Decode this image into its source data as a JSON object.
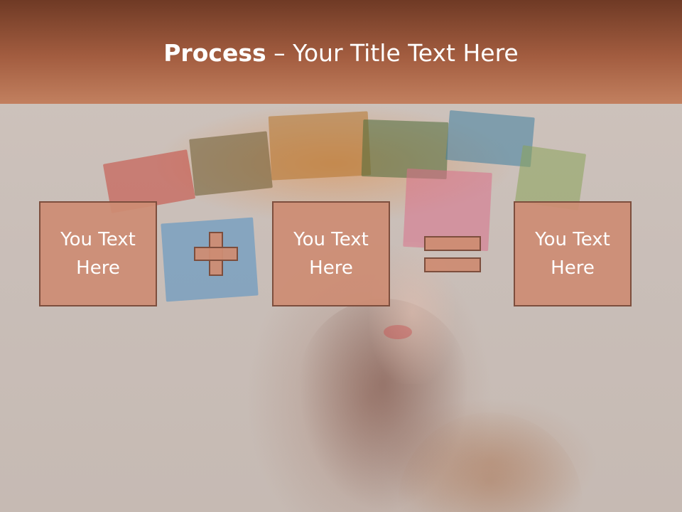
{
  "title": {
    "bold": "Process",
    "rest": " – Your Title Text Here"
  },
  "boxes": [
    {
      "text": "You Text\nHere"
    },
    {
      "text": "You Text\nHere"
    },
    {
      "text": "You Text\nHere"
    }
  ],
  "colors": {
    "title_bar_top": "#6f3a25",
    "title_bar_bottom": "#c2805f",
    "box_fill": "#cd8c73",
    "box_border": "#7d4e3d",
    "background": "#cdc1bb"
  },
  "icons": {
    "operator_1": "plus-icon",
    "operator_2": "equals-icon"
  }
}
